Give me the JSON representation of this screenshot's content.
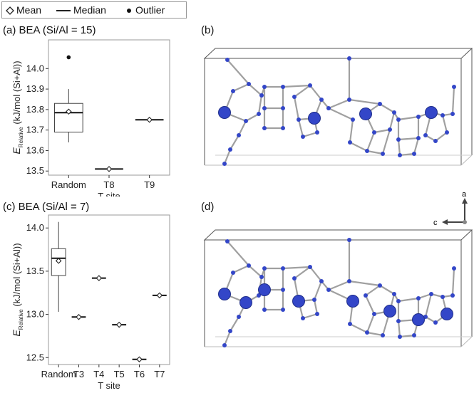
{
  "legend": {
    "mean": "Mean",
    "median": "Median",
    "outlier": "Outlier"
  },
  "panels": {
    "a": {
      "label": "(a) BEA (Si/Al = 15)"
    },
    "b": {
      "label": "(b)"
    },
    "c": {
      "label": "(c) BEA (Si/Al = 7)"
    },
    "d": {
      "label": "(d)"
    }
  },
  "axes_indicator": {
    "up": "a",
    "left": "c"
  },
  "colors": {
    "atom": "#3346c8",
    "bond": "#a0a0a0",
    "box_edge": "#555555",
    "plot_border": "#999999"
  },
  "chart_data": [
    {
      "type": "boxplot",
      "title": "(a) BEA (Si/Al = 15)",
      "ylabel_main": "E",
      "ylabel_sub": "Relative",
      "ylabel_rest": " (kJ/mol (Si+Al))",
      "xlabel": "T site",
      "categories": [
        "Random",
        "T8",
        "T9"
      ],
      "ylim": [
        13.48,
        14.14
      ],
      "yticks": [
        13.5,
        13.6,
        13.7,
        13.8,
        13.9,
        14.0
      ],
      "ytick_labels": [
        "13.5",
        "13.6",
        "13.7",
        "13.8",
        "13.9",
        "14.0"
      ],
      "boxes": [
        {
          "category": "Random",
          "whisker_low": 13.64,
          "q1": 13.69,
          "median": 13.785,
          "q3": 13.83,
          "whisker_high": 13.9,
          "mean": 13.79,
          "outliers": [
            14.055
          ]
        },
        {
          "category": "T8",
          "median": 13.51,
          "mean": 13.51
        },
        {
          "category": "T9",
          "median": 13.75,
          "mean": 13.75
        }
      ]
    },
    {
      "type": "boxplot",
      "title": "(c) BEA (Si/Al = 7)",
      "ylabel_main": "E",
      "ylabel_sub": "Relative",
      "ylabel_rest": " (kJ/mol (Si+Al))",
      "xlabel": "T site",
      "categories": [
        "Random",
        "T3",
        "T4",
        "T5",
        "T6",
        "T7"
      ],
      "ylim": [
        12.42,
        14.15
      ],
      "yticks": [
        12.5,
        13.0,
        13.5,
        14.0
      ],
      "ytick_labels": [
        "12.5",
        "13.0",
        "13.5",
        "14.0"
      ],
      "boxes": [
        {
          "category": "Random",
          "whisker_low": 13.03,
          "q1": 13.45,
          "median": 13.65,
          "q3": 13.76,
          "whisker_high": 14.07,
          "mean": 13.62,
          "outliers": []
        },
        {
          "category": "T3",
          "median": 12.97,
          "mean": 12.97
        },
        {
          "category": "T4",
          "median": 13.42,
          "mean": 13.42
        },
        {
          "category": "T5",
          "median": 12.88,
          "mean": 12.88
        },
        {
          "category": "T6",
          "median": 12.48,
          "mean": 12.48
        },
        {
          "category": "T7",
          "median": 13.22,
          "mean": 13.22
        }
      ]
    }
  ]
}
